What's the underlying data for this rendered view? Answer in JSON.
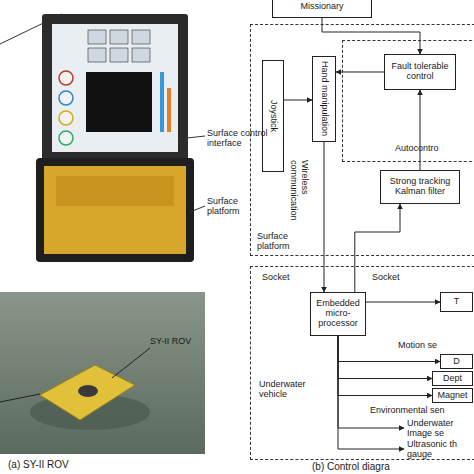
{
  "diagram": {
    "nodes": [
      {
        "text": [
          "Missionary"
        ]
      },
      {
        "text": [
          "Surface platform"
        ]
      },
      {
        "text": [
          "Joystick"
        ],
        "in": 1
      },
      {
        "text": [
          "Hand manipulation"
        ],
        "in": 1
      },
      {
        "text": [
          "Autocontro"
        ],
        "in": 1
      },
      {
        "text": [
          "Fault tolerable control"
        ],
        "in": 4
      },
      {
        "text": [
          "Strong tracking Kalman filter"
        ],
        "in": 1
      },
      {
        "text": [
          "Underwater vehicle"
        ]
      },
      {
        "text": [
          "Embedded micro-processor"
        ],
        "in": 7
      },
      {
        "text": [
          "T"
        ],
        "in": 7
      },
      {
        "text": [
          "D"
        ],
        "in": 7
      },
      {
        "text": [
          "Dept"
        ],
        "in": 7
      },
      {
        "text": [
          "Magnet"
        ],
        "in": 7
      },
      {
        "text": [
          "Underwater Image se"
        ],
        "in": 7
      },
      {
        "text": [
          "Ultrasonic th gauge"
        ],
        "in": 7
      }
    ],
    "edges": [
      {
        "from": 0,
        "to": 5,
        "arrow": "to"
      },
      {
        "from": 5,
        "to": 3,
        "arrow": "to"
      },
      {
        "from": 2,
        "to": 3,
        "arrow": "to"
      },
      {
        "from": 6,
        "to": 5,
        "arrow": "to"
      },
      {
        "from": 3,
        "to": 8,
        "arrow": "to"
      },
      {
        "from": 8,
        "to": 6,
        "arrow": "to"
      },
      {
        "from": 8,
        "to": 9,
        "arrow": "to"
      },
      {
        "from": 8,
        "to": 10,
        "arrow": "to"
      },
      {
        "from": 8,
        "to": 11,
        "arrow": "to"
      },
      {
        "from": 8,
        "to": 12,
        "arrow": "to"
      },
      {
        "from": 8,
        "to": 13,
        "arrow": "to"
      },
      {
        "from": 8,
        "to": 14,
        "arrow": "to"
      }
    ],
    "labels": [
      "Surface control interface",
      "Surface platform",
      "SY-II ROV",
      "(a) SY-II ROV",
      "Wireless communication",
      "Socket",
      "Socket",
      "Motion se",
      "Environmental sen",
      "(b) Control diagra"
    ]
  }
}
